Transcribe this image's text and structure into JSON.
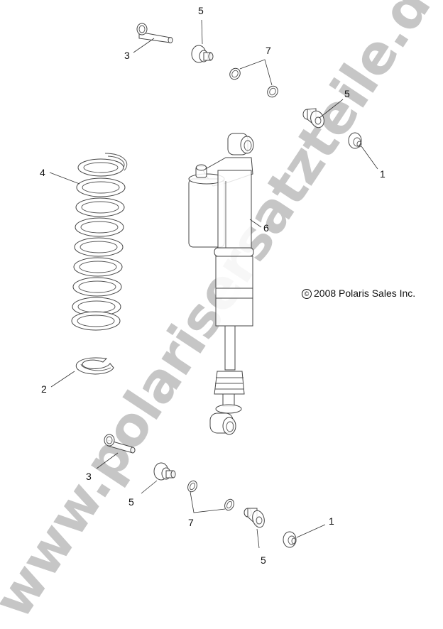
{
  "diagram": {
    "type": "exploded-parts-diagram",
    "subject": "Rear shock absorber assembly",
    "watermark": "www.polarisersatzteile.de",
    "copyright": {
      "symbol": "©",
      "text": "2008 Polaris Sales Inc."
    },
    "callouts": [
      {
        "id": "c3-top",
        "label": "3",
        "part": "flange-bolt"
      },
      {
        "id": "c5-top",
        "label": "5",
        "part": "bushing"
      },
      {
        "id": "c7-top",
        "label": "7",
        "part": "washer-pair"
      },
      {
        "id": "c5-right",
        "label": "5",
        "part": "bushing"
      },
      {
        "id": "c1-top",
        "label": "1",
        "part": "flange-nut"
      },
      {
        "id": "c4",
        "label": "4",
        "part": "coil-spring"
      },
      {
        "id": "c6",
        "label": "6",
        "part": "shock-absorber"
      },
      {
        "id": "c2",
        "label": "2",
        "part": "spring-retainer"
      },
      {
        "id": "c3-bottom",
        "label": "3",
        "part": "flange-bolt"
      },
      {
        "id": "c5-bottom-left",
        "label": "5",
        "part": "bushing"
      },
      {
        "id": "c7-bottom",
        "label": "7",
        "part": "washer-pair"
      },
      {
        "id": "c5-bottom",
        "label": "5",
        "part": "bushing"
      },
      {
        "id": "c1-bottom",
        "label": "1",
        "part": "flange-nut"
      }
    ]
  }
}
